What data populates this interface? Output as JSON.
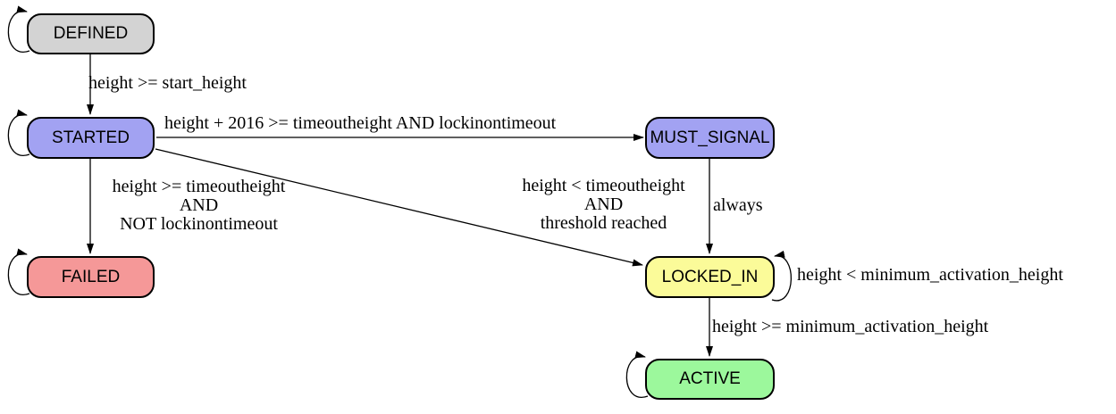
{
  "diagram": {
    "type": "state-machine",
    "background": "#ffffff",
    "edge_color": "#000000",
    "node_border_color": "#000000",
    "nodes": [
      {
        "id": "defined",
        "label": "DEFINED",
        "fill": "#d3d3d3",
        "self_loop": true,
        "self_loop_side": "left",
        "self_loop_label": ""
      },
      {
        "id": "started",
        "label": "STARTED",
        "fill": "#a2a2f2",
        "self_loop": true,
        "self_loop_side": "left",
        "self_loop_label": ""
      },
      {
        "id": "must_signal",
        "label": "MUST_SIGNAL",
        "fill": "#a2a2f2",
        "self_loop": false,
        "self_loop_side": "",
        "self_loop_label": ""
      },
      {
        "id": "failed",
        "label": "FAILED",
        "fill": "#f59898",
        "self_loop": true,
        "self_loop_side": "left",
        "self_loop_label": ""
      },
      {
        "id": "locked_in",
        "label": "LOCKED_IN",
        "fill": "#fbfb99",
        "self_loop": true,
        "self_loop_side": "right",
        "self_loop_label": "height < minimum_activation_height"
      },
      {
        "id": "active",
        "label": "ACTIVE",
        "fill": "#9cf89c",
        "self_loop": true,
        "self_loop_side": "left",
        "self_loop_label": ""
      }
    ],
    "edges": [
      {
        "from": "defined",
        "to": "started",
        "label": "height >= start_height"
      },
      {
        "from": "started",
        "to": "must_signal",
        "label": "height + 2016 >= timeoutheight AND lockinontimeout"
      },
      {
        "from": "started",
        "to": "failed",
        "lines": [
          "height >= timeoutheight",
          "AND",
          "NOT lockinontimeout"
        ]
      },
      {
        "from": "started",
        "to": "locked_in",
        "lines": [
          "height < timeoutheight",
          "AND",
          "threshold reached"
        ]
      },
      {
        "from": "must_signal",
        "to": "locked_in",
        "label": "always"
      },
      {
        "from": "locked_in",
        "to": "locked_in",
        "label": "height < minimum_activation_height"
      },
      {
        "from": "locked_in",
        "to": "active",
        "label": "height >= minimum_activation_height"
      }
    ]
  }
}
